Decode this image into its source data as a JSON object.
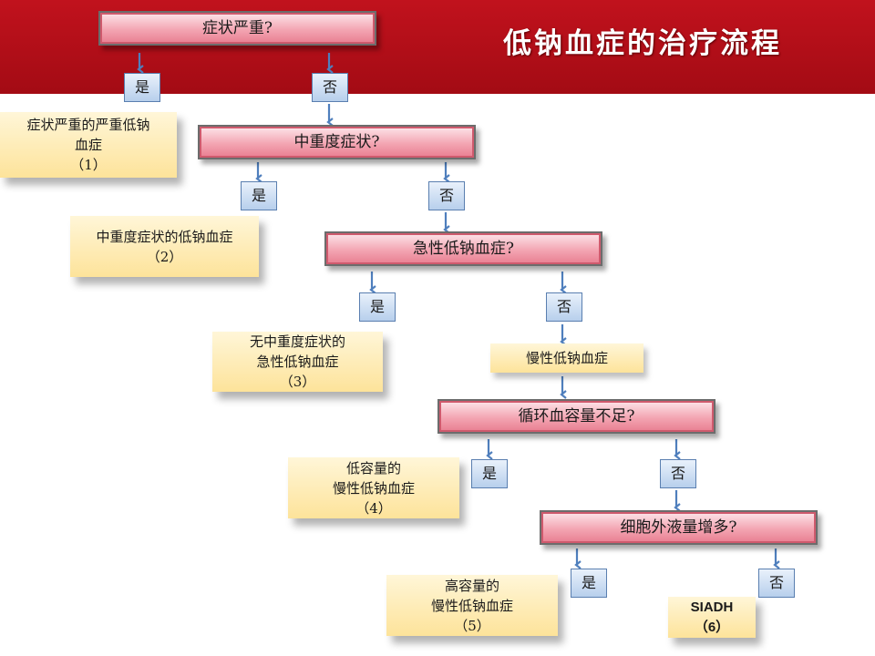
{
  "title": "低钠血症的治疗流程",
  "colors": {
    "header": "#b3101a",
    "question_fill": "#f3a5b2",
    "answer_fill": "#c6d9f0",
    "result_fill": "#fde9a8",
    "arrow": "#4f7fbd"
  },
  "questions": {
    "q1": "症状严重?",
    "q2": "中重度症状?",
    "q3": "急性低钠血症?",
    "q4": "循环血容量不足?",
    "q5": "细胞外液量增多?"
  },
  "answers": {
    "yes": "是",
    "no": "否"
  },
  "results": {
    "r1": "症状严重的严重低钠\n血症\n（1）",
    "r2": "中重度症状的低钠血症\n（2）",
    "r3": "无中重度症状的\n急性低钠血症\n（3）",
    "chronic": "慢性低钠血症",
    "r4": "低容量的\n慢性低钠血症\n（4）",
    "r5": "高容量的\n慢性低钠血症\n（5）",
    "r6": "SIADH\n（6）"
  }
}
